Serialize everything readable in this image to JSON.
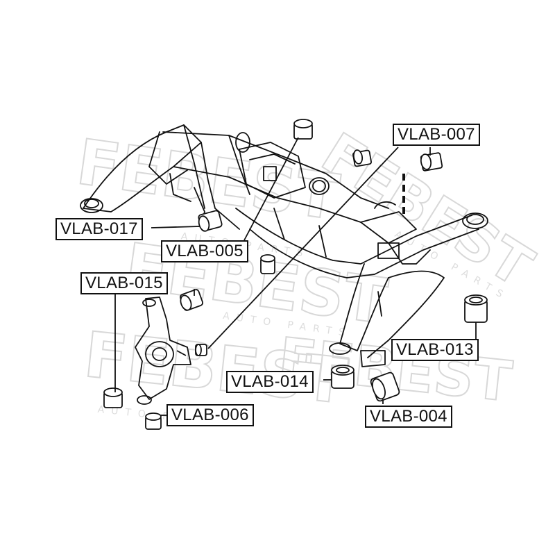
{
  "diagram": {
    "part_labels": {
      "vlab_007": "VLAB-007",
      "vlab_017": "VLAB-017",
      "vlab_005": "VLAB-005",
      "vlab_015": "VLAB-015",
      "vlab_013": "VLAB-013",
      "vlab_014": "VLAB-014",
      "vlab_006": "VLAB-006",
      "vlab_004": "VLAB-004"
    },
    "watermark_text": "FEBEST",
    "watermark_subtext": "AUTO PARTS"
  },
  "colors": {
    "line": "#111111",
    "watermark": "#d8d8d8",
    "background": "#ffffff"
  }
}
